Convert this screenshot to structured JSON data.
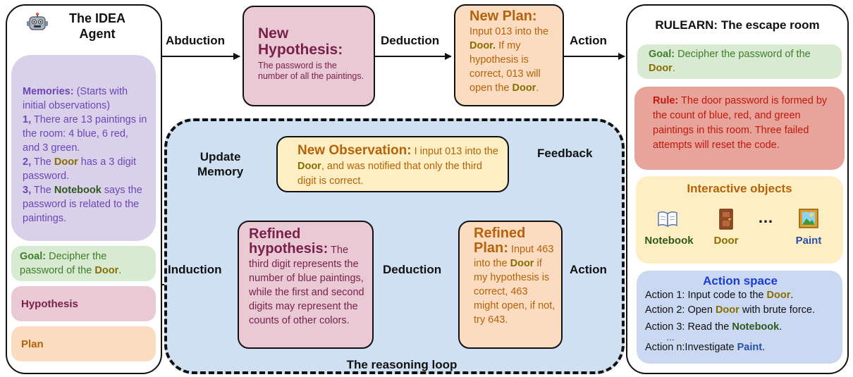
{
  "agent": {
    "icon": "robot-icon",
    "title_line1": "The IDEA",
    "title_line2": "Agent",
    "memories": {
      "heading": "Memories:",
      "heading_note": "(Starts with initial observations)",
      "items": [
        {
          "num": "1,",
          "text": "There are 13 paintings in the room: 4 blue, 6 red, and 3 green."
        },
        {
          "num": "2,",
          "pre": "The",
          "kw": "Door",
          "post": "has a 3 digit password."
        },
        {
          "num": "3,",
          "pre": "The",
          "kw": "Notebook",
          "post": "says the password is related to the paintings."
        }
      ]
    },
    "goal": {
      "label": "Goal:",
      "text": "Decipher the password of the",
      "kw": "Door",
      "end": "."
    },
    "hypothesis_label": "Hypothesis",
    "plan_label": "Plan"
  },
  "edges": {
    "abduction": "Abduction",
    "deduction_top": "Deduction",
    "action_top": "Action",
    "update_memory_1": "Update",
    "update_memory_2": "Memory",
    "feedback": "Feedback",
    "induction": "Induction",
    "deduction_bottom": "Deduction",
    "action_bottom": "Action"
  },
  "new_hypothesis": {
    "title_1": "New",
    "title_2": "Hypothesis:",
    "text": "The password is the number of all the paintings."
  },
  "new_plan": {
    "title": "New Plan:",
    "pre": "Input 013 into the",
    "kw": "Door.",
    "post": "If my hypothesis is correct, 013 will open the",
    "kw2": "Door",
    "end": "."
  },
  "loop": {
    "label": "The reasoning loop",
    "new_observation": {
      "title": "New Observation:",
      "pre": "I input 013 into the",
      "kw": "Door",
      "post": ", and was notified that only the third digit is correct."
    },
    "refined_hypothesis": {
      "title_1": "Refined",
      "title_2": "hypothesis:",
      "text": "The third digit represents the number of blue paintings, while the first and second digits may represent the counts of other colors."
    },
    "refined_plan": {
      "title_1": "Refined",
      "title_2": "Plan:",
      "pre": "Input 463 into the",
      "kw": "Door",
      "post": "if my hypothesis is correct, 463 might open, if not, try 643."
    }
  },
  "escape_room": {
    "title": "RULEARN: The escape room",
    "goal": {
      "label": "Goal:",
      "text": "Decipher the password of the",
      "kw": "Door",
      "end": "."
    },
    "rule": {
      "label": "Rule:",
      "text": "The door password is formed by the count of blue, red, and green paintings in this room. Three failed attempts will reset the code."
    },
    "objects": {
      "title": "Interactive objects",
      "items": [
        {
          "icon": "book-icon",
          "label": "Notebook"
        },
        {
          "icon": "door-icon",
          "label": "Door"
        },
        {
          "icon": "ellipsis-icon",
          "label": "…"
        },
        {
          "icon": "painting-icon",
          "label": "Paint"
        }
      ]
    },
    "action_space": {
      "title": "Action space",
      "a1_pre": "Action 1: Input code to the",
      "a1_kw": "Door",
      "a1_end": ".",
      "a2_pre": "Action 2: Open",
      "a2_kw": "Door",
      "a2_end": "with brute force.",
      "a3_pre": "Action 3: Read the",
      "a3_kw": "Notebook",
      "a3_end": ".",
      "dots": "…",
      "an_pre": "Action n:Investigate",
      "an_kw": "Paint",
      "an_end": "."
    }
  },
  "colors": {
    "purple": "#6b46b8",
    "maroon": "#7a1f4a",
    "orange": "#b5620a",
    "red": "#c0180c",
    "green_kw": "#2d5a1b",
    "door_kw": "#8a6d00",
    "blue_kw": "#2850a8",
    "loop_bg": "#cfe0f2"
  }
}
